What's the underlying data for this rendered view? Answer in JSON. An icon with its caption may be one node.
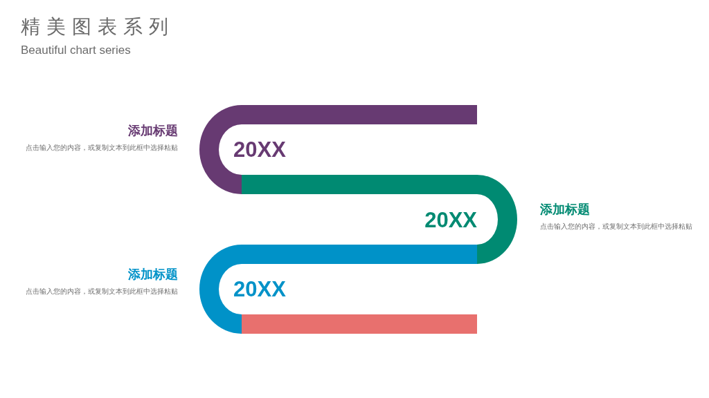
{
  "diagram": {
    "title": "精美图表系列",
    "nodes": [
      {
        "text": [
          "20XX"
        ],
        "beside": [
          "添加标题",
          "点击输入您的内容，或复制文本到此框中选择粘贴"
        ]
      },
      {
        "text": [
          "20XX"
        ],
        "beside": [
          "添加标题",
          "点击输入您的内容，或复制文本到此框中选择粘贴"
        ]
      },
      {
        "text": [
          "20XX"
        ],
        "beside": [
          "添加标题",
          "点击输入您的内容，或复制文本到此框中选择粘贴"
        ]
      },
      {
        "text": [],
        "shape": "bar"
      }
    ],
    "labels": [
      "Beautiful chart series"
    ]
  }
}
